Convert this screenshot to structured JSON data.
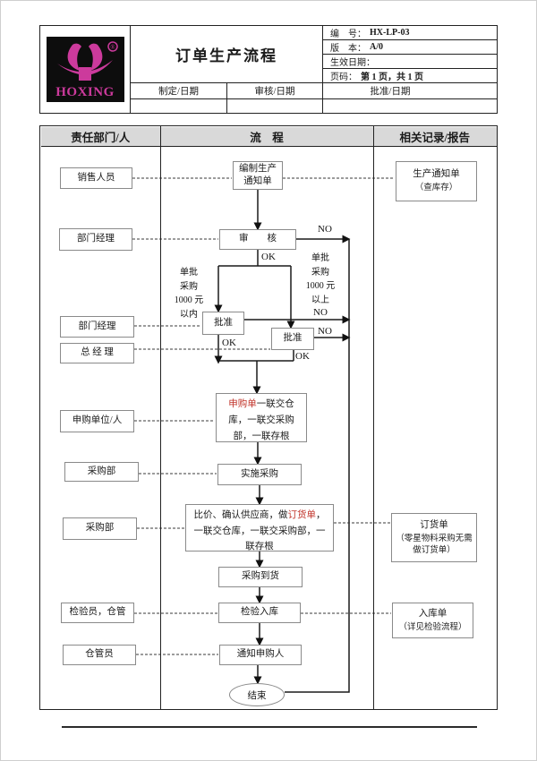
{
  "colors": {
    "accent": "#cc3a9c",
    "red": "#c03228",
    "table_header_bg": "#d9d9d9"
  },
  "header": {
    "logo": {
      "text": "HOXING",
      "registered": "®"
    },
    "title": "订单生产流程",
    "fields": [
      {
        "label": "编　号：",
        "value": "HX-LP-03"
      },
      {
        "label": "版　本：",
        "value": "A/0"
      },
      {
        "label": "生效日期：",
        "value": ""
      },
      {
        "label": "页码：",
        "value": "第 1 页，共 1 页"
      }
    ],
    "signatures": [
      {
        "label": "制定/日期"
      },
      {
        "label": "审核/日期"
      },
      {
        "label": "批准/日期"
      }
    ]
  },
  "flow_table": {
    "columns": [
      {
        "label": "责任部门/人"
      },
      {
        "label": "流　程"
      },
      {
        "label": "相关记录/报告"
      }
    ]
  },
  "actors": [
    {
      "label": "销售人员"
    },
    {
      "label": "部门经理"
    },
    {
      "label": "部门经理"
    },
    {
      "label": "总 经 理"
    },
    {
      "label": "申购单位/人"
    },
    {
      "label": "采购部"
    },
    {
      "label": "采购部"
    },
    {
      "label": "检验员，仓管"
    },
    {
      "label": "仓管员"
    }
  ],
  "steps": {
    "prepare_notice": "编制生产通知单",
    "review": "审　　核",
    "approve_left": "批准",
    "approve_right": "批准",
    "requisition_red": "申购单",
    "requisition_rest": "一联交仓库，一联交采购部，一联存根",
    "implement_purchase": "实施采购",
    "compare_pre": "比价、确认供应商，做",
    "compare_red": "订货单",
    "compare_post": "，一联交仓库，一联交采购部，一联存根",
    "arrival": "采购到货",
    "inspect_warehouse": "检验入库",
    "notify_requester": "通知申购人",
    "end": "结束"
  },
  "records": [
    {
      "title": "生产通知单",
      "note": "（查库存）"
    },
    {
      "title": "订货单",
      "note": "（零星物料采购无需做订货单）"
    },
    {
      "title": "入库单",
      "note": "（详见检验流程）"
    }
  ],
  "labels": {
    "no": "NO",
    "ok": "OK",
    "cond_left": "单批\n采购\n1000 元\n以内",
    "cond_right": "单批\n采购\n1000 元\n以上"
  }
}
